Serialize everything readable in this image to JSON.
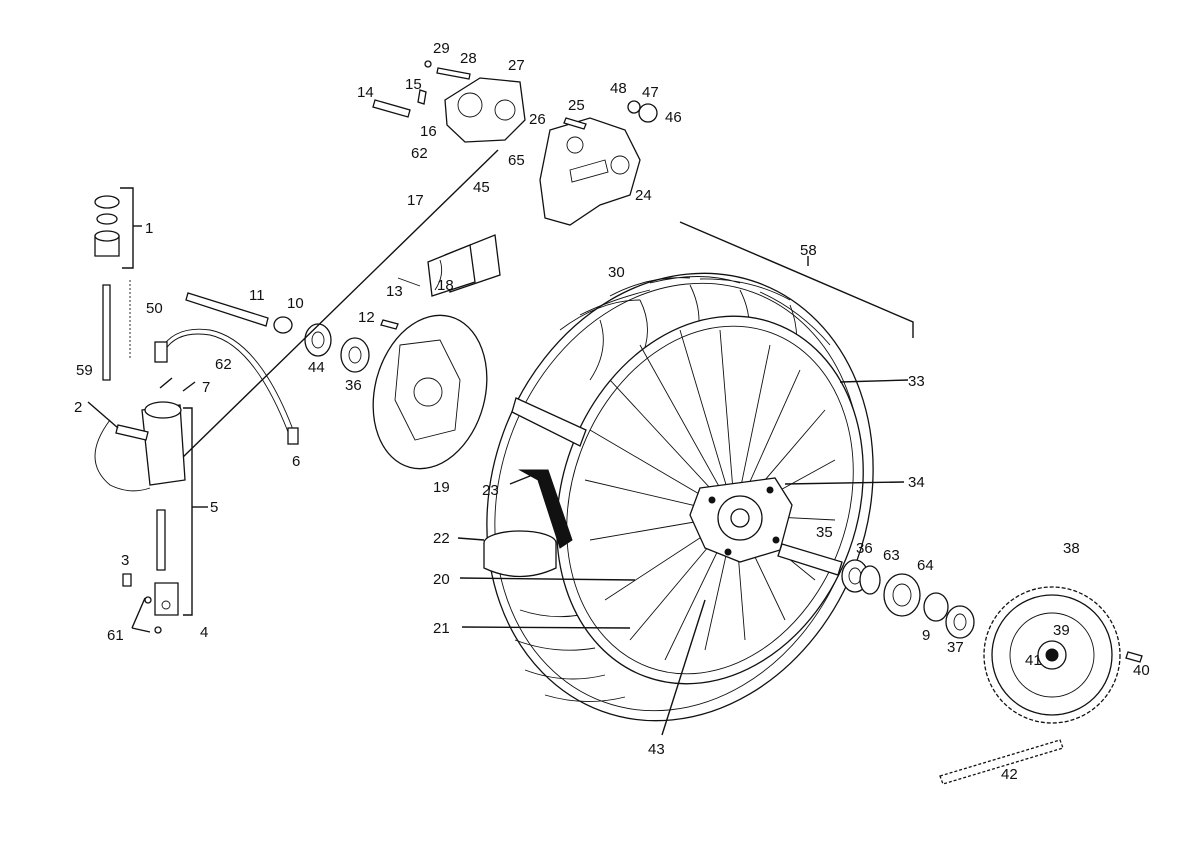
{
  "diagram": {
    "type": "exploded-parts-diagram",
    "subject": "rear wheel, rear brake and final drive assembly",
    "line_color": "#111111",
    "background": "#ffffff"
  },
  "callouts": [
    {
      "id": "c1",
      "text": "1"
    },
    {
      "id": "c2",
      "text": "2"
    },
    {
      "id": "c3",
      "text": "3"
    },
    {
      "id": "c4",
      "text": "4"
    },
    {
      "id": "c5",
      "text": "5"
    },
    {
      "id": "c6",
      "text": "6"
    },
    {
      "id": "c7",
      "text": "7"
    },
    {
      "id": "c9",
      "text": "9"
    },
    {
      "id": "c10",
      "text": "10"
    },
    {
      "id": "c11",
      "text": "11"
    },
    {
      "id": "c12",
      "text": "12"
    },
    {
      "id": "c13",
      "text": "13"
    },
    {
      "id": "c14",
      "text": "14"
    },
    {
      "id": "c15",
      "text": "15"
    },
    {
      "id": "c16",
      "text": "16"
    },
    {
      "id": "c17",
      "text": "17"
    },
    {
      "id": "c18",
      "text": "18"
    },
    {
      "id": "c19",
      "text": "19"
    },
    {
      "id": "c20",
      "text": "20"
    },
    {
      "id": "c21",
      "text": "21"
    },
    {
      "id": "c22",
      "text": "22"
    },
    {
      "id": "c23",
      "text": "23"
    },
    {
      "id": "c24",
      "text": "24"
    },
    {
      "id": "c25",
      "text": "25"
    },
    {
      "id": "c26",
      "text": "26"
    },
    {
      "id": "c27",
      "text": "27"
    },
    {
      "id": "c28",
      "text": "28"
    },
    {
      "id": "c29",
      "text": "29"
    },
    {
      "id": "c30",
      "text": "30"
    },
    {
      "id": "c33",
      "text": "33"
    },
    {
      "id": "c34",
      "text": "34"
    },
    {
      "id": "c35",
      "text": "35"
    },
    {
      "id": "c36a",
      "text": "36"
    },
    {
      "id": "c36b",
      "text": "36"
    },
    {
      "id": "c37",
      "text": "37"
    },
    {
      "id": "c38",
      "text": "38"
    },
    {
      "id": "c39",
      "text": "39"
    },
    {
      "id": "c40",
      "text": "40"
    },
    {
      "id": "c41",
      "text": "41"
    },
    {
      "id": "c42",
      "text": "42"
    },
    {
      "id": "c43",
      "text": "43"
    },
    {
      "id": "c44",
      "text": "44"
    },
    {
      "id": "c45",
      "text": "45"
    },
    {
      "id": "c46",
      "text": "46"
    },
    {
      "id": "c47",
      "text": "47"
    },
    {
      "id": "c48",
      "text": "48"
    },
    {
      "id": "c50",
      "text": "50"
    },
    {
      "id": "c58",
      "text": "58"
    },
    {
      "id": "c59",
      "text": "59"
    },
    {
      "id": "c61",
      "text": "61"
    },
    {
      "id": "c62a",
      "text": "62"
    },
    {
      "id": "c62b",
      "text": "62"
    },
    {
      "id": "c63",
      "text": "63"
    },
    {
      "id": "c64",
      "text": "64"
    },
    {
      "id": "c65",
      "text": "65"
    }
  ]
}
